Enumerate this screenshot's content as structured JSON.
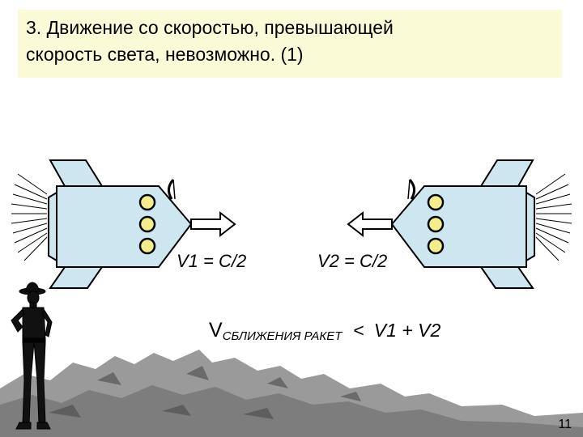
{
  "slide": {
    "title_line1": "3. Движение со скоростью, превышающей",
    "title_line2": "скорость света, невозможно. (1)",
    "v1_label": "V1 = C/2",
    "v2_label": "V2 = C/2",
    "formula": {
      "v": "V",
      "subscript": "СБЛИЖЕНИЯ РАКЕТ",
      "relation": "<",
      "sum": "V1 + V2"
    },
    "page_number": "11"
  },
  "colors": {
    "title_bg": "#fbfad7",
    "rocket_body": "#cde6ef",
    "porthole": "#f2ee8a"
  },
  "icons": [
    "left-rocket-icon",
    "right-rocket-icon",
    "observer-figure-icon",
    "rocks-terrain-icon"
  ]
}
